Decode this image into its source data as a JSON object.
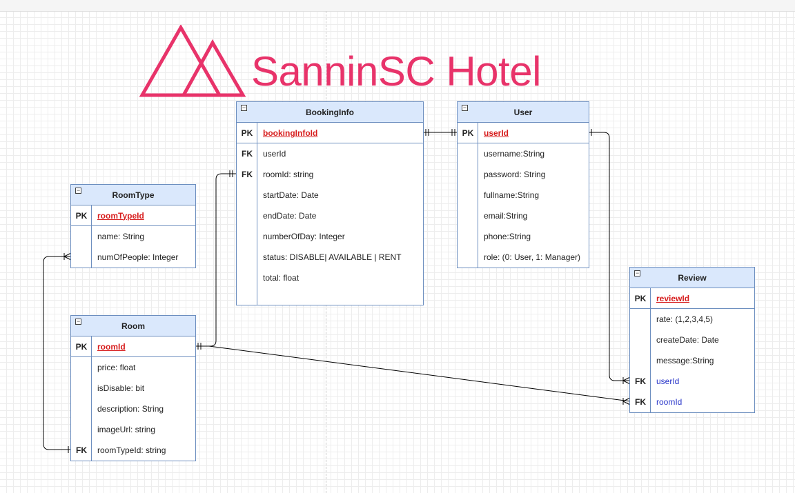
{
  "brand": {
    "name": "SanninSC Hotel",
    "color": "#e8336a",
    "logo_icon": "twin-mountain-triangles-icon"
  },
  "entities": {
    "booking": {
      "title": "BookingInfo",
      "pk": {
        "key": "PK",
        "name": "bookingInfoId"
      },
      "fields": [
        {
          "key": "FK",
          "name": "userId"
        },
        {
          "key": "FK",
          "name": "roomId: string"
        },
        {
          "key": "",
          "name": "startDate: Date"
        },
        {
          "key": "",
          "name": "endDate: Date"
        },
        {
          "key": "",
          "name": "numberOfDay: Integer"
        },
        {
          "key": "",
          "name": "status: DISABLE| AVAILABLE | RENT"
        },
        {
          "key": "",
          "name": "total: float"
        },
        {
          "key": "",
          "name": ""
        }
      ]
    },
    "user": {
      "title": "User",
      "pk": {
        "key": "PK",
        "name": "userId"
      },
      "fields": [
        {
          "key": "",
          "name": "username:String"
        },
        {
          "key": "",
          "name": "password: String"
        },
        {
          "key": "",
          "name": "fullname:String"
        },
        {
          "key": "",
          "name": "email:String"
        },
        {
          "key": "",
          "name": "phone:String"
        },
        {
          "key": "",
          "name": "role: (0: User, 1: Manager)"
        }
      ]
    },
    "roomtype": {
      "title": "RoomType",
      "pk": {
        "key": "PK",
        "name": "roomTypeId"
      },
      "fields": [
        {
          "key": "",
          "name": "name: String"
        },
        {
          "key": "",
          "name": "numOfPeople: Integer"
        }
      ]
    },
    "room": {
      "title": "Room",
      "pk": {
        "key": "PK",
        "name": "roomId"
      },
      "fields": [
        {
          "key": "",
          "name": "price: float"
        },
        {
          "key": "",
          "name": "isDisable: bit"
        },
        {
          "key": "",
          "name": "description: String"
        },
        {
          "key": "",
          "name": "imageUrl: string"
        },
        {
          "key": "FK",
          "name": "roomTypeId: string"
        }
      ]
    },
    "review": {
      "title": "Review",
      "pk": {
        "key": "PK",
        "name": "reviewId"
      },
      "fields": [
        {
          "key": "",
          "name": "rate: (1,2,3,4,5)"
        },
        {
          "key": "",
          "name": "createDate: Date"
        },
        {
          "key": "",
          "name": "message:String"
        },
        {
          "key": "FK",
          "name": "userId"
        },
        {
          "key": "FK",
          "name": "roomId"
        }
      ]
    }
  },
  "colors": {
    "header_fill": "#dae8fc",
    "border": "#6c8ebf",
    "pk_text": "#d71d1d",
    "fk_text": "#2633c9"
  }
}
